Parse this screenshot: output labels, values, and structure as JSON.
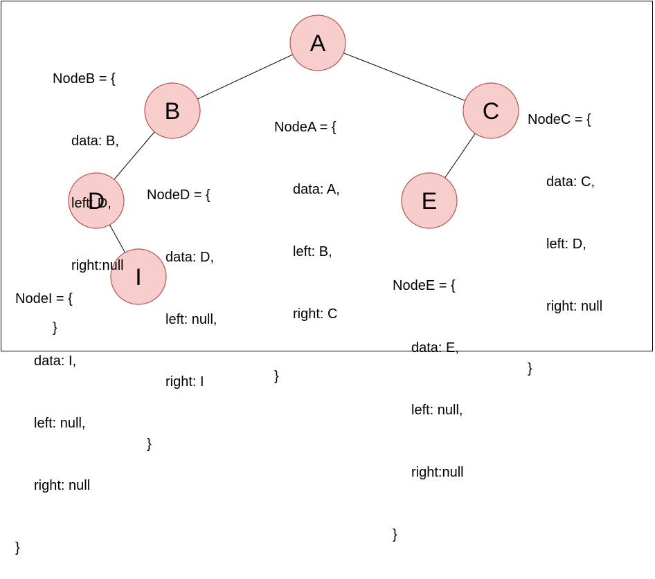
{
  "tree": {
    "nodes": [
      {
        "id": "A",
        "label": "A"
      },
      {
        "id": "B",
        "label": "B"
      },
      {
        "id": "C",
        "label": "C"
      },
      {
        "id": "D",
        "label": "D"
      },
      {
        "id": "E",
        "label": "E"
      },
      {
        "id": "I",
        "label": "I"
      }
    ],
    "edges": [
      {
        "from": "A",
        "to": "B"
      },
      {
        "from": "A",
        "to": "C"
      },
      {
        "from": "B",
        "to": "D"
      },
      {
        "from": "C",
        "to": "E"
      },
      {
        "from": "D",
        "to": "I"
      }
    ],
    "node_fill": "#f8cecc",
    "node_stroke": "#b85450"
  },
  "code_blocks": {
    "nodeA": {
      "header": "NodeA = {",
      "data": "data: A,",
      "left": "left: B,",
      "right": "right: C",
      "close": "}"
    },
    "nodeB": {
      "header": "NodeB = {",
      "data": "data: B,",
      "left": "left: D,",
      "right": "right:null",
      "close": "}"
    },
    "nodeC": {
      "header": "NodeC = {",
      "data": "data: C,",
      "left": "left: D,",
      "right": "right: null",
      "close": "}"
    },
    "nodeD": {
      "header": "NodeD = {",
      "data": "data: D,",
      "left": "left: null,",
      "right": "right: I",
      "close": "}"
    },
    "nodeE": {
      "header": "NodeE = {",
      "data": "data: E,",
      "left": "left: null,",
      "right": "right:null",
      "close": "}"
    },
    "nodeI": {
      "header": "NodeI = {",
      "data": "data: I,",
      "left": "left: null,",
      "right": "right: null",
      "close": "}"
    }
  }
}
